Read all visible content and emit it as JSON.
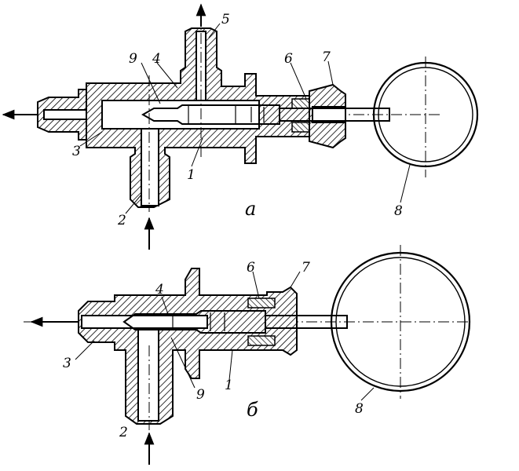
{
  "figure_a": {
    "label": "а",
    "callouts": {
      "n1": "1",
      "n2": "2",
      "n3": "3",
      "n4": "4",
      "n5": "5",
      "n6": "6",
      "n7": "7",
      "n8": "8",
      "n9": "9"
    }
  },
  "figure_b": {
    "label": "б",
    "callouts": {
      "n1": "1",
      "n2": "2",
      "n3": "3",
      "n4": "4",
      "n6": "6",
      "n7": "7",
      "n8": "8",
      "n9": "9"
    }
  }
}
